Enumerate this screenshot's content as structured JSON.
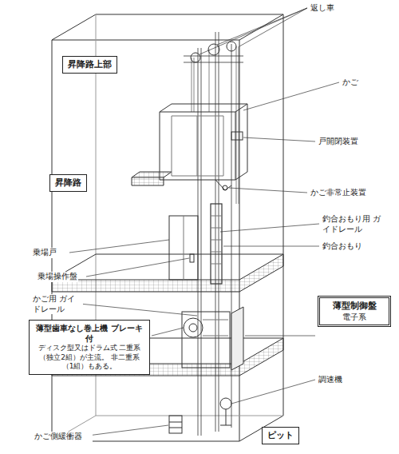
{
  "diagram": {
    "nodes": [
      {
        "text": [
          "昇降路上部"
        ]
      },
      {
        "text": [
          "昇降路"
        ]
      },
      {
        "text": [
          "薄型制御盤",
          "電子系"
        ]
      },
      {
        "text": [
          "薄型歯車なし巻上機 ブレーキ付",
          "ディスク型又はドラム式 二重系（独立2組）が主流。 非二重系（1組）もある。"
        ]
      },
      {
        "text": [
          "ピット"
        ]
      }
    ],
    "labels": [
      "返し車",
      "かご",
      "戸開閉装置",
      "かご非常止装置",
      "釣合おもり用 ガイドレール",
      "釣合おもり",
      "乗場戸",
      "乗場操作盤",
      "かご用 ガイドレール",
      "調速機",
      "かご側緩衝器"
    ]
  }
}
